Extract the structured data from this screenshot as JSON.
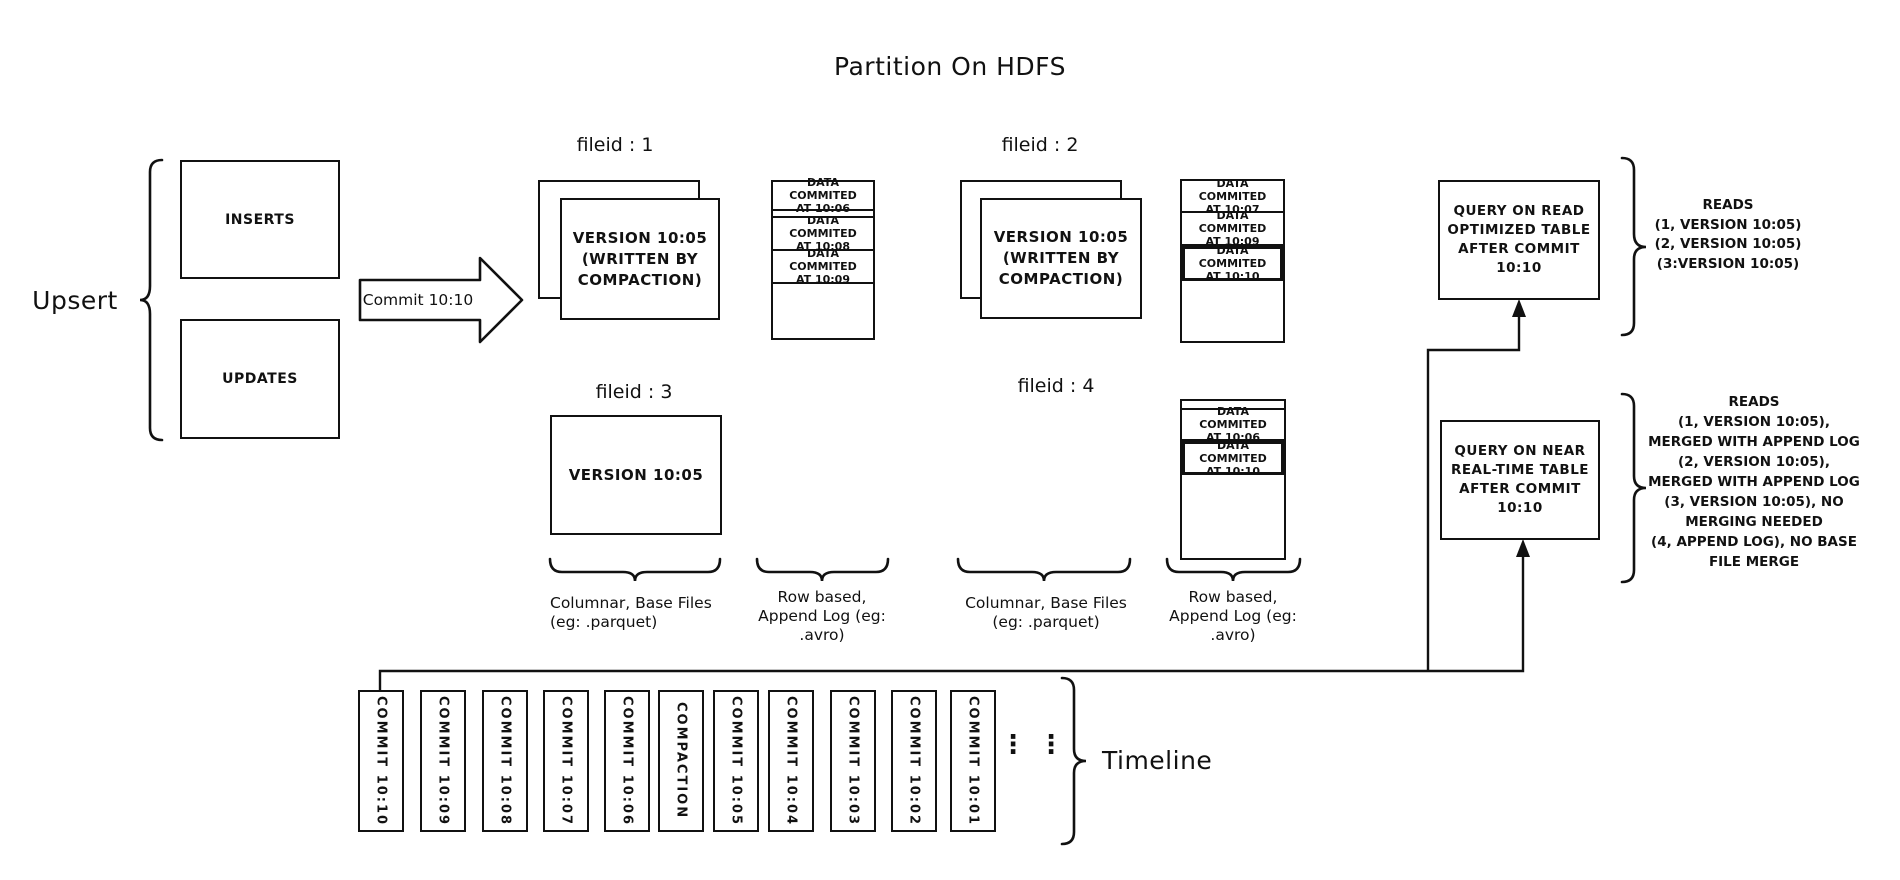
{
  "title": "Partition On HDFS",
  "colors": {
    "ink": "#111111",
    "paper": "#ffffff"
  },
  "upsert": {
    "label": "Upsert",
    "inserts": "INSERTS",
    "updates": "UPDATES",
    "arrow_label": "Commit 10:10"
  },
  "filegroups": {
    "f1": {
      "label": "fileid : 1",
      "base": "VERSION 10:05\n(WRITTEN BY\nCOMPACTION)"
    },
    "f2": {
      "label": "fileid : 2",
      "base": "VERSION 10:05\n(WRITTEN BY\nCOMPACTION)"
    },
    "f3": {
      "label": "fileid : 3",
      "base": "VERSION 10:05"
    },
    "f4": {
      "label": "fileid : 4"
    }
  },
  "logs": {
    "f1": [
      "DATA COMMITED\nAT 10:06",
      "DATA COMMITED\nAT 10:08",
      "DATA COMMITED\nAT 10:09"
    ],
    "f2": [
      "DATA COMMITED\nAT 10:07",
      "DATA COMMITED\nAT 10:09",
      "DATA COMMITED\nAT 10:10"
    ],
    "f4": [
      "DATA COMMITED\nAT 10:06",
      "DATA COMMITED\nAT 10:10"
    ]
  },
  "section_labels": {
    "columnar1": "Columnar, Base Files\n(eg: .parquet)",
    "row1": "Row based,\nAppend Log  (eg:\n.avro)",
    "columnar2": "Columnar, Base Files\n(eg: .parquet)",
    "row2": "Row based,\nAppend Log  (eg:\n.avro)"
  },
  "queries": {
    "read_optimized": {
      "box": "QUERY ON READ\nOPTIMIZED TABLE\nAFTER COMMIT\n10:10",
      "reads": "READS\n(1, VERSION 10:05)\n(2, VERSION 10:05)\n(3:VERSION 10:05)"
    },
    "near_real_time": {
      "box": "QUERY ON NEAR\nREAL-TIME TABLE\nAFTER COMMIT\n10:10",
      "reads": "READS\n(1, VERSION 10:05),\nMERGED WITH APPEND LOG\n(2, VERSION 10:05),\nMERGED WITH APPEND LOG\n(3, VERSION 10:05), NO\nMERGING NEEDED\n(4, APPEND LOG), NO BASE\nFILE MERGE"
    }
  },
  "timeline": {
    "label": "Timeline",
    "ellipsis": "⋮",
    "items": [
      "COMMIT 10:10",
      "COMMIT 10:09",
      "COMMIT 10:08",
      "COMMIT 10:07",
      "COMMIT 10:06",
      "COMPACTION",
      "COMMIT 10:05",
      "COMMIT 10:04",
      "COMMIT 10:03",
      "COMMIT 10:02",
      "COMMIT 10:01"
    ]
  }
}
